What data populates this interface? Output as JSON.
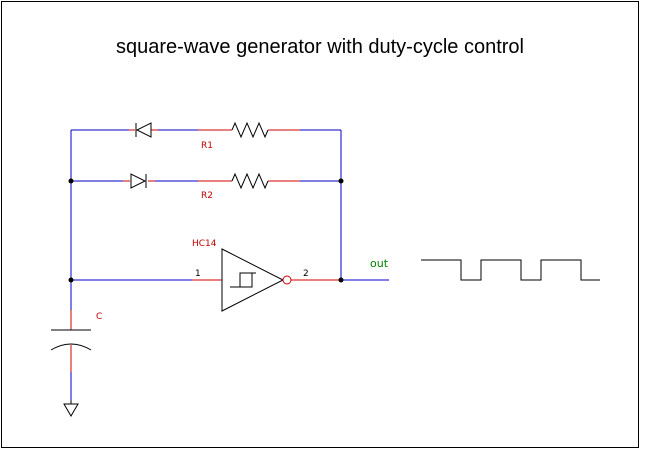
{
  "title": "square-wave generator with duty-cycle control",
  "components": {
    "r1": {
      "ref": "R1"
    },
    "r2": {
      "ref": "R2"
    },
    "ic": {
      "ref": "HC14",
      "pin_in": "1",
      "pin_out": "2"
    },
    "cap": {
      "ref": "C"
    }
  },
  "net_label": "out",
  "colors": {
    "wire": "#0000c8",
    "component": "#000000",
    "pin_lead": "#d00000",
    "ref_text": "#c00000",
    "net_text": "#008000",
    "border": "#000000",
    "junction": "#000000"
  }
}
